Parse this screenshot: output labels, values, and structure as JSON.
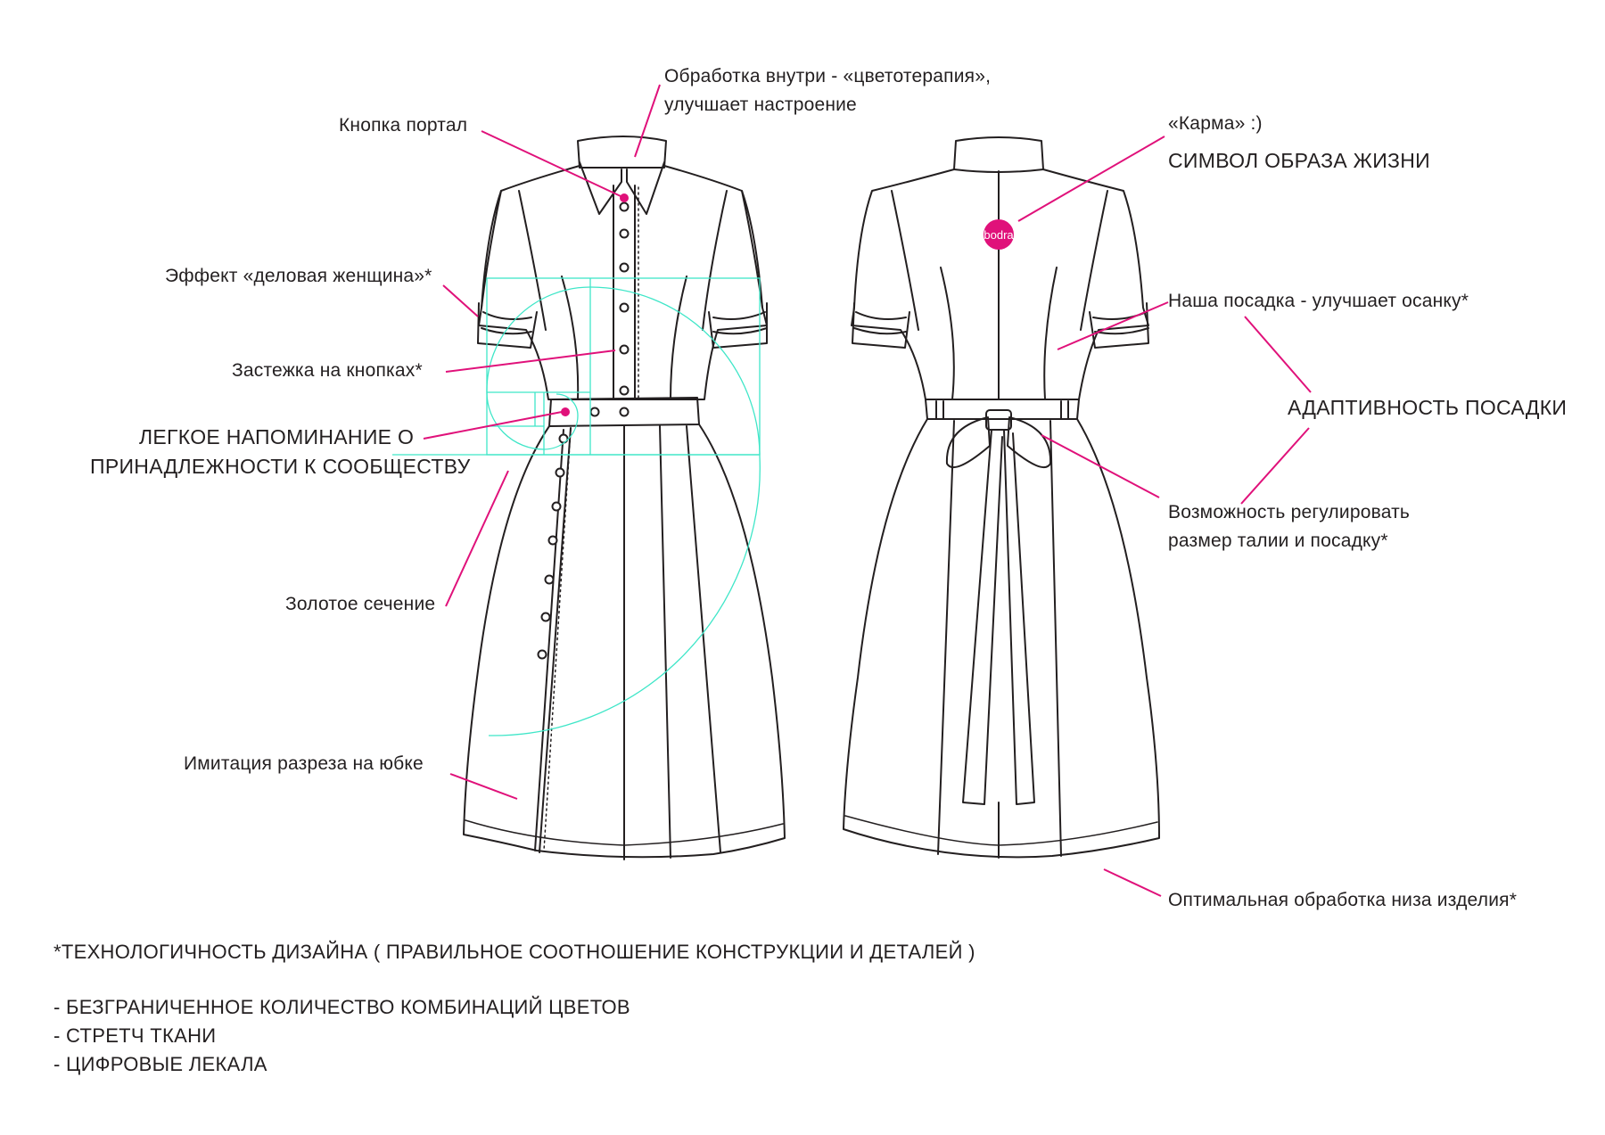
{
  "colors": {
    "accent": "#e0117a",
    "golden_ratio": "#3fe6c8",
    "ink": "#231f20"
  },
  "logo_text": "bodra",
  "labels": {
    "inside_finish_l1": "Обработка внутри - «цветотерапия»,",
    "inside_finish_l2": "улучшает настроение",
    "portal_button": "Кнопка портал",
    "business_woman": "Эффект «деловая женщина»*",
    "button_closure": "Застежка на кнопках*",
    "community_l1": "ЛЕГКОЕ НАПОМИНАНИЕ О",
    "community_l2": "ПРИНАДЛЕЖНОСТИ К СООБЩЕСТВУ",
    "golden_ratio": "Золотое сечение",
    "skirt_slit": "Имитация разреза на юбке",
    "karma": "«Карма» :)",
    "lifestyle_symbol": "СИМВОЛ ОБРАЗА ЖИЗНИ",
    "posture_fit": "Наша посадка - улучшает осанку*",
    "adaptive_fit": "АДАПТИВНОСТЬ ПОСАДКИ",
    "adjust_l1": "Возможность регулировать",
    "adjust_l2": "размер талии и посадку*",
    "hem_finish": "Оптимальная обработка низа изделия*"
  },
  "notes": {
    "design_tech": "*ТЕХНОЛОГИЧНОСТЬ ДИЗАЙНА ( ПРАВИЛЬНОЕ СООТНОШЕНИЕ КОНСТРУКЦИИ И ДЕТАЛЕЙ )",
    "items": [
      "- БЕЗГРАНИЧЕННОЕ КОЛИЧЕСТВО КОМБИНАЦИЙ ЦВЕТОВ",
      "- СТРЕТЧ ТКАНИ",
      "- ЦИФРОВЫЕ ЛЕКАЛА"
    ]
  }
}
